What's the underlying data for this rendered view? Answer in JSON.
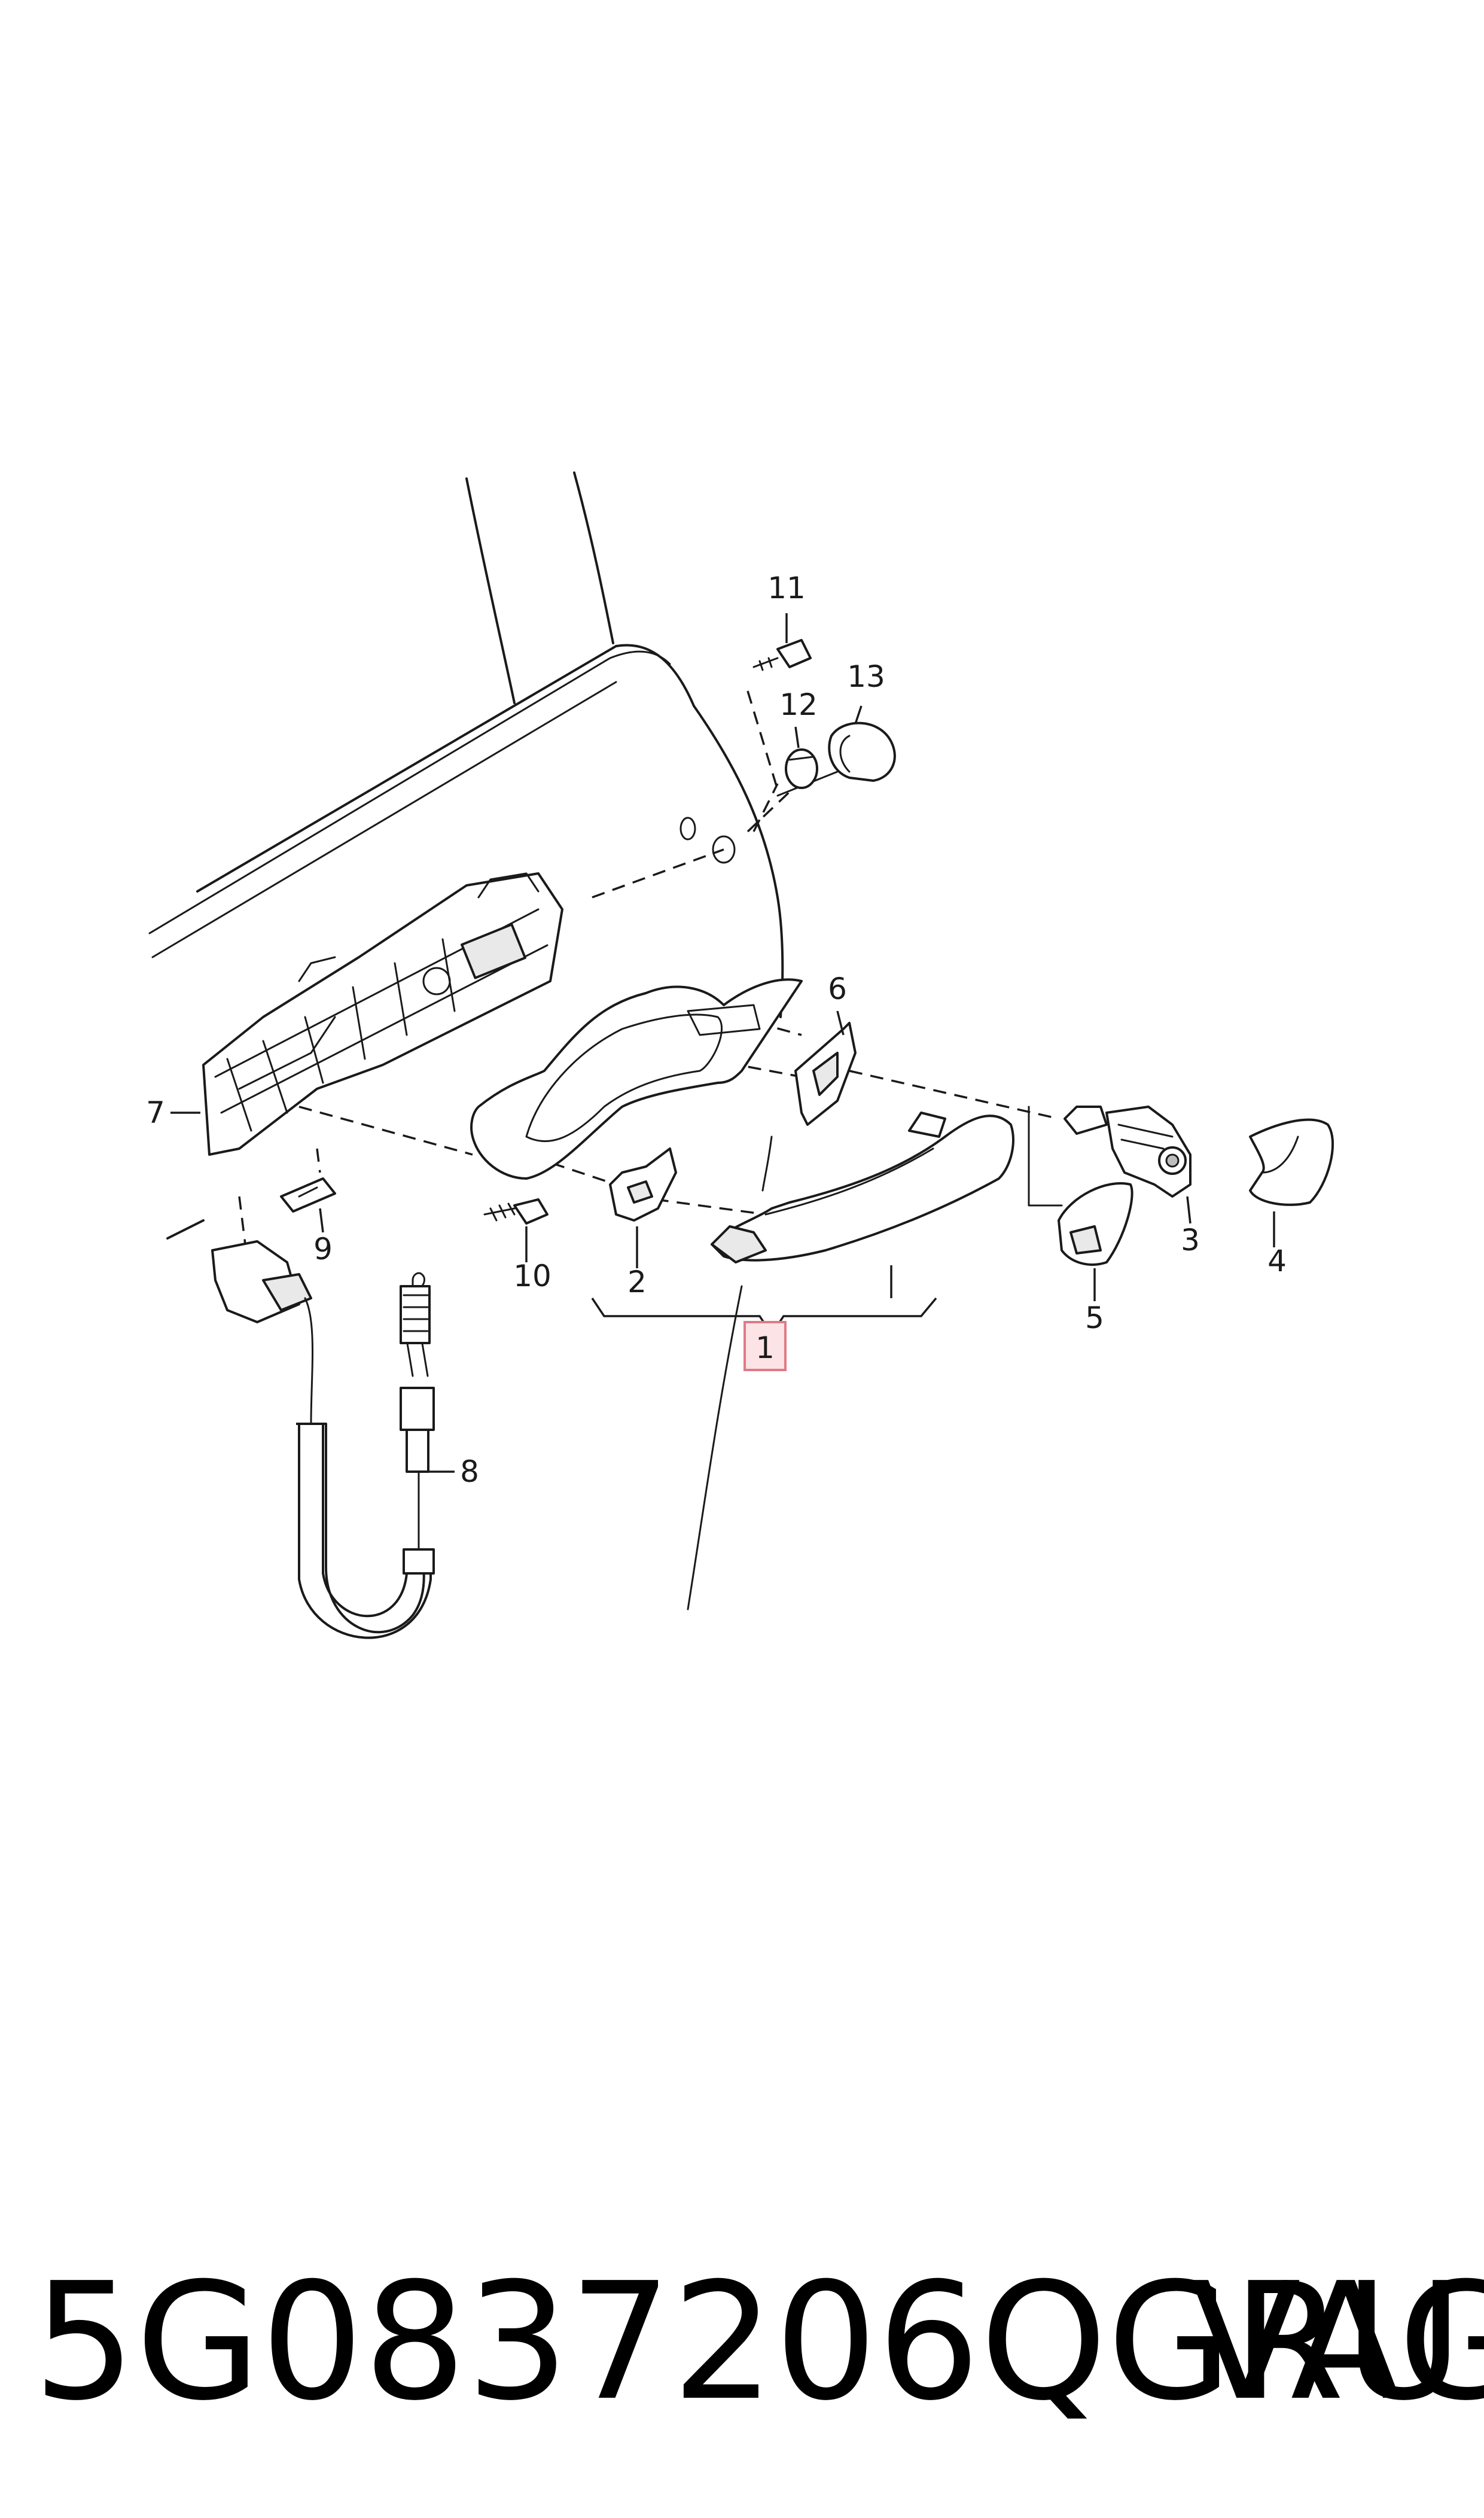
{
  "diagram": {
    "callouts": {
      "c1": "1",
      "c2": "2",
      "c3": "3",
      "c4": "4",
      "c5": "5",
      "c6": "6",
      "c7": "7",
      "c8": "8",
      "c9": "9",
      "c10": "10",
      "c11": "11",
      "c12": "12",
      "c13": "13"
    },
    "highlighted_callout": "1",
    "highlight_color": "#fbe3e6"
  },
  "footer": {
    "part_number": "5G0837206QGRU",
    "brand": "VAG"
  }
}
